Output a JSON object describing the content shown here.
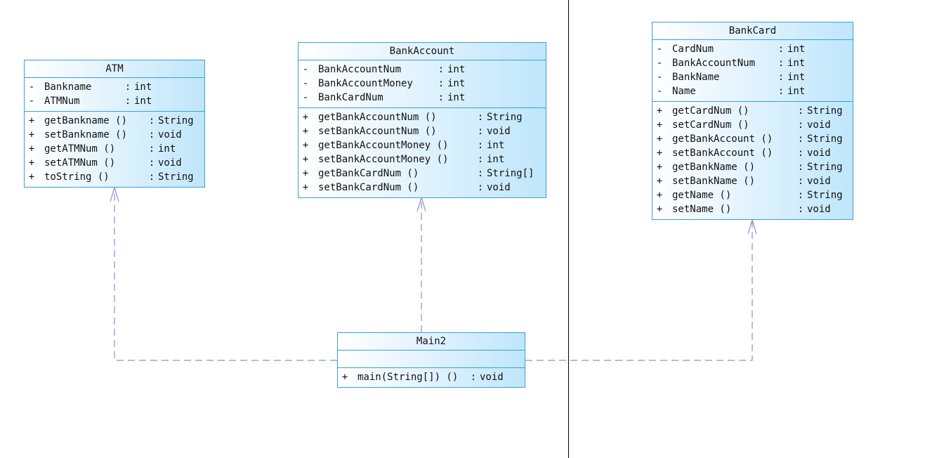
{
  "colors": {
    "class_border": "#3c9fd6",
    "class_fill_start": "#ffffff",
    "class_fill_end": "#bfe6fb",
    "dependency_line": "#8b8ddb",
    "divider": "#000000"
  },
  "classes": {
    "atm": {
      "name": "ATM",
      "attributes": [
        {
          "vis": "-",
          "name": "Bankname",
          "sep": ":",
          "type": "int"
        },
        {
          "vis": "-",
          "name": "ATMNum",
          "sep": ":",
          "type": "int"
        }
      ],
      "operations": [
        {
          "vis": "+",
          "name": "getBankname ()",
          "sep": ":",
          "type": "String"
        },
        {
          "vis": "+",
          "name": "setBankname ()",
          "sep": ":",
          "type": "void"
        },
        {
          "vis": "+",
          "name": "getATMNum ()",
          "sep": ":",
          "type": "int"
        },
        {
          "vis": "+",
          "name": "setATMNum ()",
          "sep": ":",
          "type": "void"
        },
        {
          "vis": "+",
          "name": "toString ()",
          "sep": ":",
          "type": "String"
        }
      ]
    },
    "bankaccount": {
      "name": "BankAccount",
      "attributes": [
        {
          "vis": "-",
          "name": "BankAccountNum",
          "sep": ":",
          "type": "int"
        },
        {
          "vis": "-",
          "name": "BankAccountMoney",
          "sep": ":",
          "type": "int"
        },
        {
          "vis": "-",
          "name": "BankCardNum",
          "sep": ":",
          "type": "int"
        }
      ],
      "operations": [
        {
          "vis": "+",
          "name": "getBankAccountNum ()",
          "sep": ":",
          "type": "String"
        },
        {
          "vis": "+",
          "name": "setBankAccountNum ()",
          "sep": ":",
          "type": "void"
        },
        {
          "vis": "+",
          "name": "getBankAccountMoney ()",
          "sep": ":",
          "type": "int"
        },
        {
          "vis": "+",
          "name": "setBankAccountMoney ()",
          "sep": ":",
          "type": "int"
        },
        {
          "vis": "+",
          "name": "getBankCardNum ()",
          "sep": ":",
          "type": "String[]"
        },
        {
          "vis": "+",
          "name": "setBankCardNum ()",
          "sep": ":",
          "type": "void"
        }
      ]
    },
    "bankcard": {
      "name": "BankCard",
      "attributes": [
        {
          "vis": "-",
          "name": "CardNum",
          "sep": ":",
          "type": "int"
        },
        {
          "vis": "-",
          "name": "BankAccountNum",
          "sep": ":",
          "type": "int"
        },
        {
          "vis": "-",
          "name": "BankName",
          "sep": ":",
          "type": "int"
        },
        {
          "vis": "-",
          "name": "Name",
          "sep": ":",
          "type": "int"
        }
      ],
      "operations": [
        {
          "vis": "+",
          "name": "getCardNum ()",
          "sep": ":",
          "type": "String"
        },
        {
          "vis": "+",
          "name": "setCardNum ()",
          "sep": ":",
          "type": "void"
        },
        {
          "vis": "+",
          "name": "getBankAccount ()",
          "sep": ":",
          "type": "String"
        },
        {
          "vis": "+",
          "name": "setBankAccount ()",
          "sep": ":",
          "type": "void"
        },
        {
          "vis": "+",
          "name": "getBankName ()",
          "sep": ":",
          "type": "String"
        },
        {
          "vis": "+",
          "name": "setBankName ()",
          "sep": ":",
          "type": "void"
        },
        {
          "vis": "+",
          "name": "getName ()",
          "sep": ":",
          "type": "String"
        },
        {
          "vis": "+",
          "name": "setName ()",
          "sep": ":",
          "type": "void"
        }
      ]
    },
    "main2": {
      "name": "Main2",
      "attributes": [],
      "operations": [
        {
          "vis": "+",
          "name": "main(String[]) ()",
          "sep": ":",
          "type": "void"
        }
      ]
    }
  },
  "dependencies": [
    {
      "from": "Main2",
      "to": "ATM"
    },
    {
      "from": "Main2",
      "to": "BankAccount"
    },
    {
      "from": "Main2",
      "to": "BankCard"
    }
  ]
}
